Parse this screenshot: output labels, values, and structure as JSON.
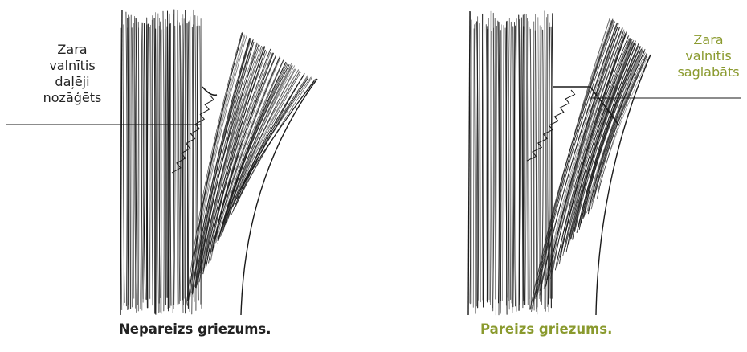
{
  "colors": {
    "ink": "#1a1a1a",
    "correct_accent": "#8a9a2e",
    "text_dark": "#222222",
    "background": "#ffffff"
  },
  "left_panel": {
    "label_lines": [
      "Zara",
      "valnītis",
      "daļēji",
      "nozāģēts"
    ],
    "caption": "Nepareizs griezums."
  },
  "right_panel": {
    "label_lines": [
      "Zara",
      "valnītis",
      "saglabāts"
    ],
    "caption": "Pareizs griezums."
  }
}
